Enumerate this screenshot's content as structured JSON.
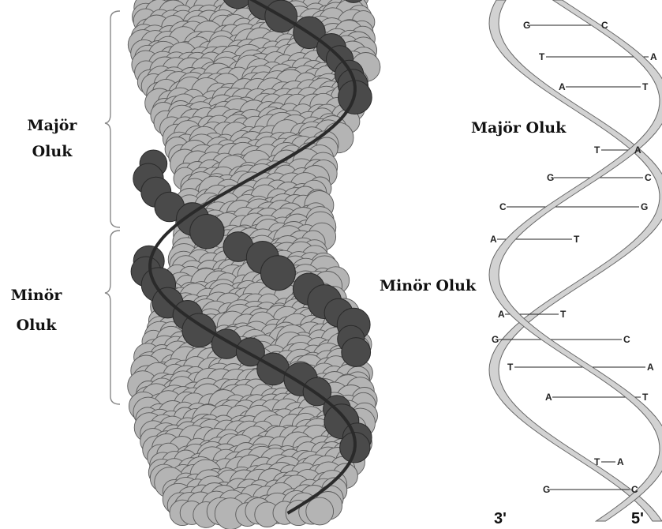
{
  "left_panel": {
    "major_line1": "Majör",
    "major_line2": "Oluk",
    "minor_line1": "Minör",
    "minor_line2": "Oluk"
  },
  "right_panel": {
    "major_label": "Majör Oluk",
    "minor_label": "Minör Oluk",
    "end_left": "3'",
    "end_right": "5'",
    "base_pairs": [
      {
        "left": "G",
        "right": "C"
      },
      {
        "left": "T",
        "right": "A"
      },
      {
        "left": "A",
        "right": "T"
      },
      {
        "left": "T",
        "right": "A"
      },
      {
        "left": "G",
        "right": "C"
      },
      {
        "left": "C",
        "right": "G"
      },
      {
        "left": "A",
        "right": "T"
      },
      {
        "left": "A",
        "right": "T"
      },
      {
        "left": "G",
        "right": "C"
      },
      {
        "left": "T",
        "right": "A"
      },
      {
        "left": "A",
        "right": "T"
      },
      {
        "left": "T",
        "right": "A"
      },
      {
        "left": "G",
        "right": "C"
      }
    ]
  },
  "colors": {
    "atom_light": "#b4b4b4",
    "atom_dark": "#4a4a4a",
    "strand_fill": "#d2d2d2",
    "ink": "#222222"
  }
}
